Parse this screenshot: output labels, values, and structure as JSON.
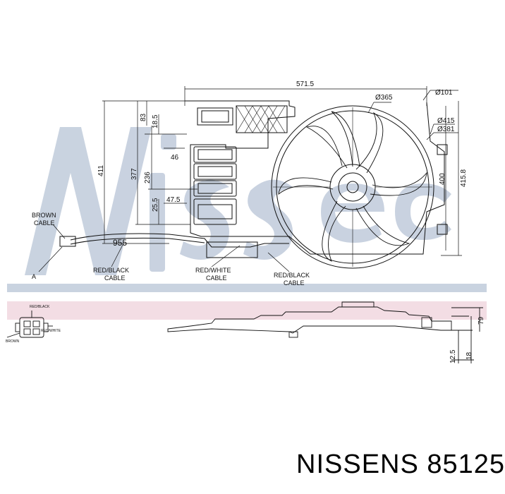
{
  "dimensions": {
    "top_width": "571.5",
    "fan_dia_365": "Ø365",
    "dia_101": "Ø101",
    "dia_415": "Ø415",
    "dia_381": "Ø381",
    "h_411": "411",
    "h_377": "377",
    "h_83": "83",
    "h_18_5": "18.5",
    "h_236": "236",
    "w_46": "46",
    "h_25_5": "25.5",
    "w_47_5": "47.5",
    "cable_955": "955",
    "h_400": "400",
    "h_415_8": "415.8",
    "side_79": "79",
    "side_12_5": "12.5",
    "side_18": "18"
  },
  "labels": {
    "brown_cable_1": "BROWN",
    "brown_cable_2": "CABLE",
    "point_a": "A",
    "red_black_1a": "RED/BLACK",
    "red_black_1b": "CABLE",
    "red_white_a": "RED/WHITE",
    "red_white_b": "CABLE",
    "red_black_2a": "RED/BLACK",
    "red_black_2b": "CABLE"
  },
  "connector_labels": {
    "top": "RED/BLACK",
    "left": "BROWN",
    "right": "RED/WHITE"
  },
  "footer": {
    "brand": "NISSENS",
    "part_number": "85125"
  },
  "colors": {
    "watermark": "#b7c4d6",
    "pink_band": "#f3dde4",
    "line": "#111111"
  }
}
